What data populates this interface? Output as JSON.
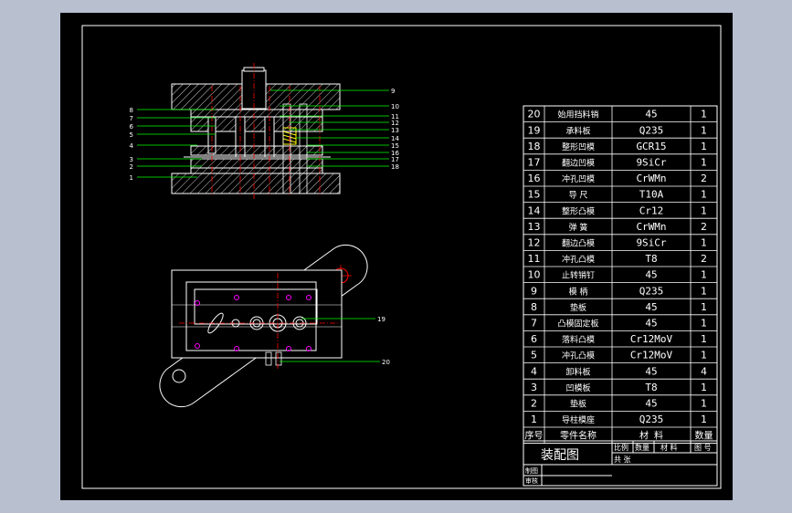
{
  "bom": {
    "rows": [
      {
        "no": "20",
        "name": "始用挡料销",
        "material": "45",
        "qty": "1"
      },
      {
        "no": "19",
        "name": "承料板",
        "material": "Q235",
        "qty": "1"
      },
      {
        "no": "18",
        "name": "整形凹模",
        "material": "GCR15",
        "qty": "1"
      },
      {
        "no": "17",
        "name": "翻边凹模",
        "material": "9SiCr",
        "qty": "1"
      },
      {
        "no": "16",
        "name": "冲孔凹模",
        "material": "CrWMn",
        "qty": "2"
      },
      {
        "no": "15",
        "name": "导 尺",
        "material": "T10A",
        "qty": "1"
      },
      {
        "no": "14",
        "name": "整形凸模",
        "material": "Cr12",
        "qty": "1"
      },
      {
        "no": "13",
        "name": "弹 簧",
        "material": "CrWMn",
        "qty": "2"
      },
      {
        "no": "12",
        "name": "翻边凸模",
        "material": "9SiCr",
        "qty": "1"
      },
      {
        "no": "11",
        "name": "冲孔凸模",
        "material": "T8",
        "qty": "2"
      },
      {
        "no": "10",
        "name": "止转销钉",
        "material": "45",
        "qty": "1"
      },
      {
        "no": "9",
        "name": "模 柄",
        "material": "Q235",
        "qty": "1"
      },
      {
        "no": "8",
        "name": "垫板",
        "material": "45",
        "qty": "1"
      },
      {
        "no": "7",
        "name": "凸模固定板",
        "material": "45",
        "qty": "1"
      },
      {
        "no": "6",
        "name": "落料凸模",
        "material": "Cr12MoV",
        "qty": "1"
      },
      {
        "no": "5",
        "name": "冲孔凸模",
        "material": "Cr12MoV",
        "qty": "1"
      },
      {
        "no": "4",
        "name": "卸料板",
        "material": "45",
        "qty": "4"
      },
      {
        "no": "3",
        "name": "凹模板",
        "material": "T8",
        "qty": "1"
      },
      {
        "no": "2",
        "name": "垫板",
        "material": "45",
        "qty": "1"
      },
      {
        "no": "1",
        "name": "导柱模座",
        "material": "Q235",
        "qty": "1"
      }
    ],
    "header": {
      "no": "序号",
      "name": "零件名称",
      "material": "材 料",
      "qty": "数量"
    }
  },
  "title_block": {
    "title": "装配图",
    "scale_label": "比例",
    "count_label": "数量",
    "material_label": "材 料",
    "drawing_no_label": "图 号",
    "sheet_label": "共 张",
    "drawn_label": "制图",
    "checked_label": "审核"
  },
  "callouts": {
    "left": [
      "8",
      "7",
      "6",
      "5",
      "4",
      "3",
      "2",
      "1"
    ],
    "right": [
      "9",
      "10",
      "11",
      "12",
      "13",
      "14",
      "15",
      "16",
      "17",
      "18"
    ],
    "plan": [
      "19",
      "20"
    ]
  },
  "colors": {
    "sheet": "#000000",
    "frame": "#ffffff",
    "leader": "#00ff00",
    "centerline": "#ff0000",
    "part": "#ffffff",
    "spring": "#ffff00",
    "hole": "#ff00ff",
    "background": "#b8c0d0"
  }
}
